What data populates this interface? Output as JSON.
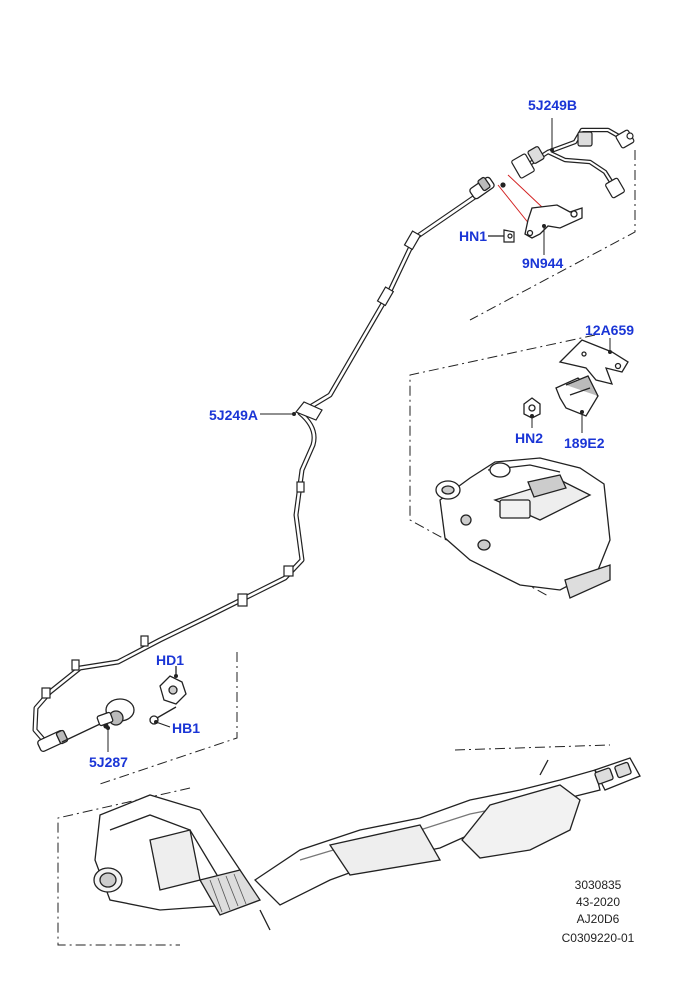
{
  "colors": {
    "callout_text": "#1a35d6",
    "line": "#222222",
    "part_fill": "#ffffff",
    "part_shade": "#d9d9d9",
    "accent_red": "#d22020"
  },
  "callouts": {
    "c5J249B": "5J249B",
    "cHN1": "HN1",
    "c9N944": "9N944",
    "c12A659": "12A659",
    "cHN2": "HN2",
    "c189E2": "189E2",
    "c5J249A": "5J249A",
    "cHD1": "HD1",
    "cHB1": "HB1",
    "c5J287": "5J287"
  },
  "stamp": {
    "line1": "3030835",
    "line2": "43-2020",
    "line3": "AJ20D6",
    "line4": "C0309220-01"
  }
}
